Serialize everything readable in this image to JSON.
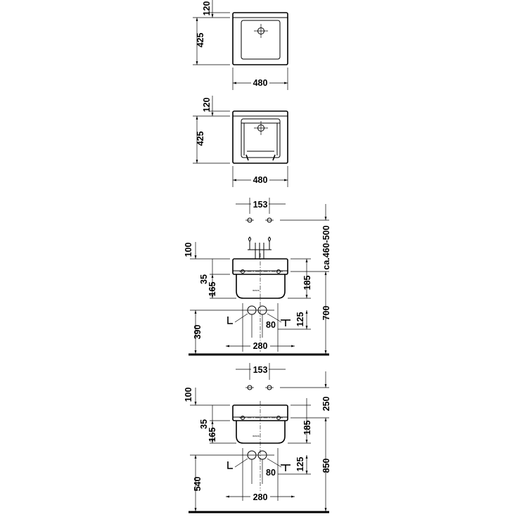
{
  "views": {
    "top_view_1": {
      "dims": {
        "front_depth": "120",
        "depth": "425",
        "width": "480"
      }
    },
    "top_view_2": {
      "dims": {
        "front_depth": "120",
        "depth": "425",
        "width": "480"
      }
    },
    "front_view_1": {
      "dims": {
        "tap_spacing": "153",
        "tap_height_range": "ca.460-500",
        "rim_top": "100",
        "rim_thickness": "35",
        "bowl_depth": "165",
        "basin_height": "185",
        "drain_spacing": "80",
        "supply_height": "125",
        "overall_height": "700",
        "waste_height": "390",
        "supply_spacing": "280"
      }
    },
    "front_view_2": {
      "dims": {
        "tap_spacing": "153",
        "rim_top": "100",
        "tap_offset": "250",
        "rim_thickness": "35",
        "bowl_depth": "165",
        "basin_height": "185",
        "drain_spacing": "80",
        "supply_height": "125",
        "overall_height": "850",
        "waste_height": "540",
        "supply_spacing": "280"
      }
    }
  }
}
